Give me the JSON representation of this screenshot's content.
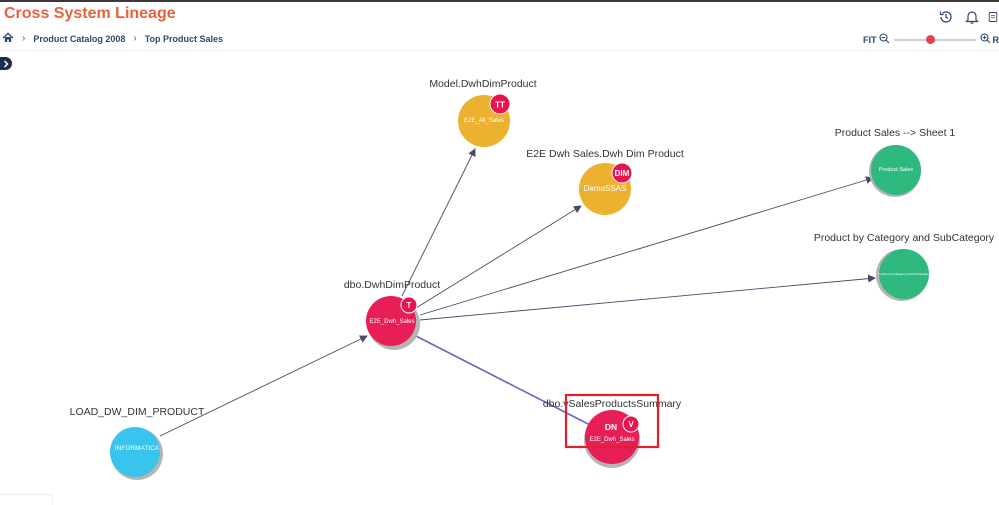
{
  "app": {
    "title": "Cross System Lineage"
  },
  "breadcrumb": {
    "items": [
      "Product Catalog 2008",
      "Top Product Sales"
    ]
  },
  "zoom": {
    "fit_label": "FIT",
    "reset_label": "R",
    "level": 0.45
  },
  "header_icons": [
    "history-icon",
    "bell-icon",
    "document-icon"
  ],
  "nodes": {
    "load_dw": {
      "title": "LOAD_DW_DIM_PRODUCT",
      "subtitle": "INFORMATICA",
      "color": "#38c4ec"
    },
    "dwhdim": {
      "title": "dbo.DwhDimProduct",
      "subtitle": "E2E_Dwh_Sales",
      "badge": "T",
      "color": "#e81f57"
    },
    "model": {
      "title": "Model.DwhDimProduct",
      "subtitle": "E2E_All_Sales",
      "badge": "TT",
      "color": "#ebb12f"
    },
    "demossas": {
      "title": "E2E Dwh Sales.Dwh Dim Product",
      "subtitle": "DemoSSAS",
      "badge": "DIM",
      "color": "#ebb12f"
    },
    "product_sales": {
      "title": "Product Sales --> Sheet 1",
      "subtitle": "Product Sales",
      "color": "#2fb97e"
    },
    "product_category": {
      "title": "Product by Category and SubCategory",
      "subtitle": "Product by Category and SubCategory",
      "color": "#2fb97e"
    },
    "summary": {
      "title": "dbo.vSalesProductsSummary",
      "subtitle": "E2E_Dwh_Sales",
      "badge": "V",
      "label": "DN",
      "color": "#e81f57"
    }
  },
  "colors": {
    "badge": "#e8134f",
    "edge": "#4a4a6a",
    "edge_highlight": "#6a62c8",
    "selection": "#e0202a"
  }
}
